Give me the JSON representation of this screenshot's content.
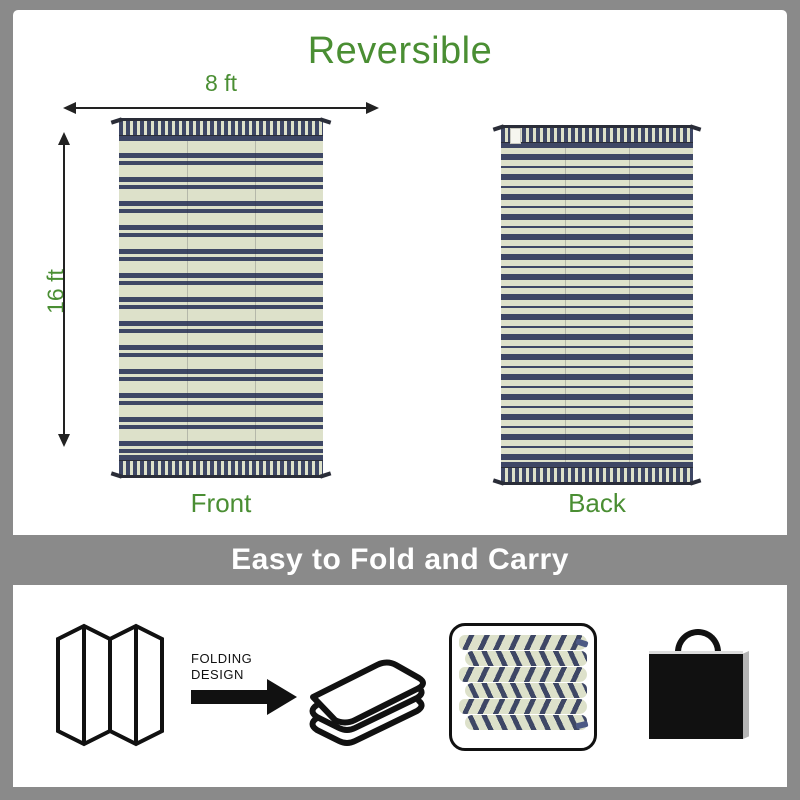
{
  "colors": {
    "frame-gray": "#8a8a8a",
    "accent-green": "#4a8e33",
    "stripe-navy": "#3e4765",
    "stripe-cream": "#dde1ca",
    "icon-black": "#111111",
    "banner-text": "#ffffff"
  },
  "header": {
    "title": "Reversible"
  },
  "rug_diagram": {
    "width_label": "8 ft",
    "height_label": "16 ft",
    "front_caption": "Front",
    "back_caption": "Back"
  },
  "banner": {
    "text": "Easy to Fold and Carry"
  },
  "folding_section": {
    "label_line1": "FOLDING",
    "label_line2": "DESIGN",
    "icons": {
      "accordion": "accordion-fold-icon",
      "arrow": "arrow-right-icon",
      "blanket": "folded-blanket-icon",
      "photo": "folded-mat-photo",
      "bag": "carry-bag-icon"
    }
  }
}
